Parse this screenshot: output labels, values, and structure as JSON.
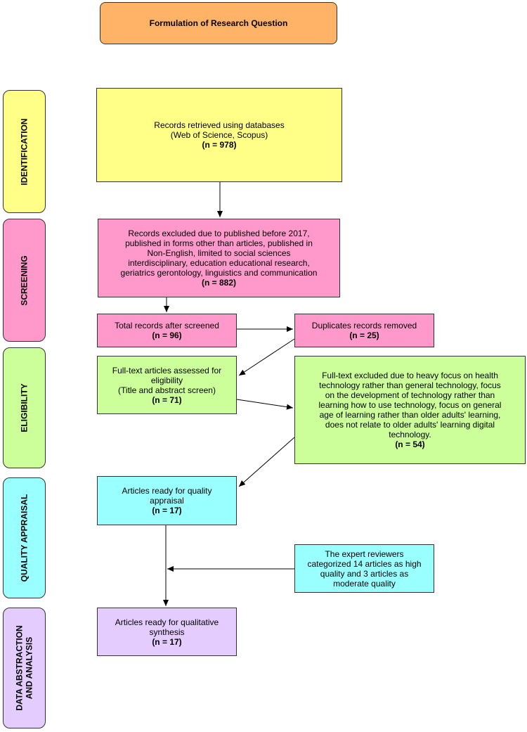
{
  "colors": {
    "orange": "#ffb366",
    "yellow": "#ffff88",
    "pink": "#ff99cc",
    "green": "#ccff99",
    "cyan": "#99ffff",
    "purple": "#e5ccff",
    "line": "#333333"
  },
  "title": "Formulation of Research Question",
  "stages": [
    {
      "label": "IDENTIFICATION"
    },
    {
      "label": "SCREENING"
    },
    {
      "label": "ELIGIBILITY"
    },
    {
      "label": "QUALITY APPRAISAL"
    },
    {
      "label": "DATA ABSTRACTION\nAND ANALYSIS"
    }
  ],
  "boxes": {
    "records_retrieved": {
      "text": "Records retrieved using databases\n(Web of Science, Scopus)",
      "count": "(n = 978)"
    },
    "records_excluded": {
      "text": "Records excluded due to published before 2017,\npublished in forms other than articles, published in\nNon-English, limited to social sciences\ninterdisciplinary, education educational research,\ngeriatrics gerontology, linguistics and communication",
      "count": "(n = 882)"
    },
    "total_screened": {
      "text": "Total records after screened",
      "count": "(n = 96)"
    },
    "duplicates": {
      "text": "Duplicates records removed",
      "count": "(n = 25)"
    },
    "fulltext_assessed": {
      "text": "Full-text articles assessed for\neligibility\n(Title and abstract screen)",
      "count": "(n = 71)"
    },
    "fulltext_excluded": {
      "text": "Full-text excluded due to heavy focus on health\ntechnology rather than general technology, focus\non the development of technology rather than\nlearning how to use technology, focus on general\nage of learning rather than older adults' learning,\ndoes not relate to older adults' learning digital\ntechnology.",
      "count": "(n = 54)"
    },
    "quality_appraisal": {
      "text": "Articles ready for quality\nappraisal",
      "count": "(n = 17)"
    },
    "expert_reviewers": {
      "text": "The expert reviewers\ncategorized 14 articles as high\nquality and 3 articles as\nmoderate quality",
      "count": ""
    },
    "qualitative_synthesis": {
      "text": "Articles ready for qualitative\nsynthesis",
      "count": "(n = 17)"
    }
  }
}
